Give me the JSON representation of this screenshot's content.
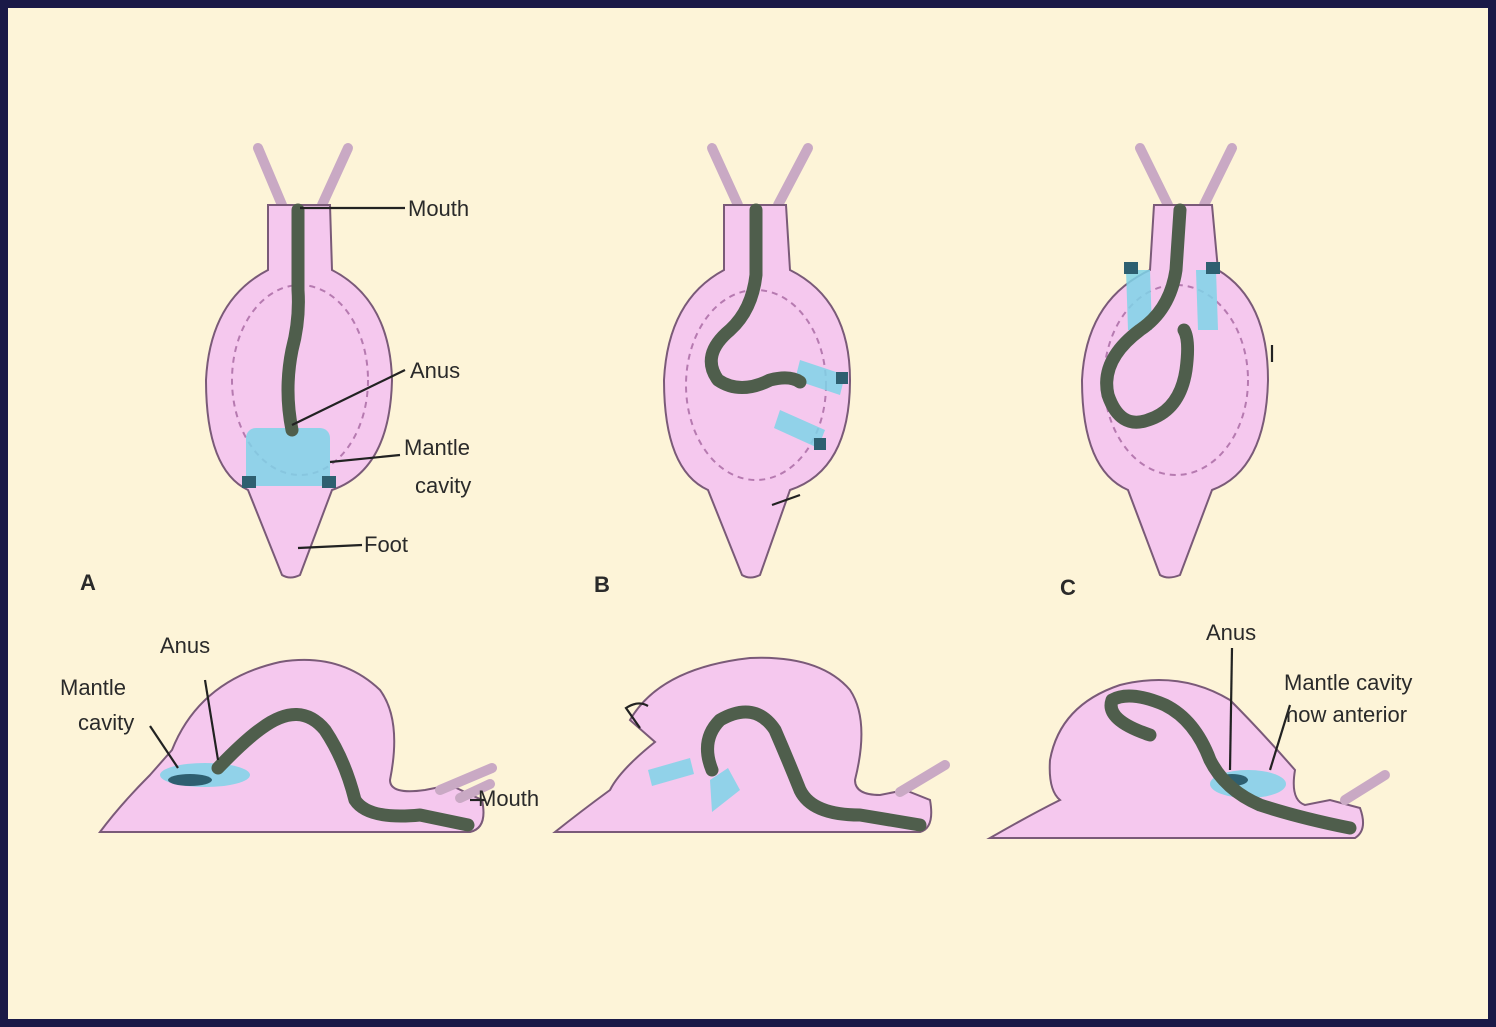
{
  "labels": {
    "mouth": "Mouth",
    "anus": "Anus",
    "mantle": "Mantle",
    "cavity": "cavity",
    "foot": "Foot",
    "mantle_cavity": "Mantle cavity",
    "now_anterior": "now anterior"
  },
  "panels": [
    "A",
    "B",
    "C"
  ],
  "colors": {
    "background": "#fdf4d8",
    "frame": "#1a1947",
    "body": "#f5c8ee",
    "gut": "#4f5e4c",
    "mantle_cavity": "#7fd3e8"
  }
}
